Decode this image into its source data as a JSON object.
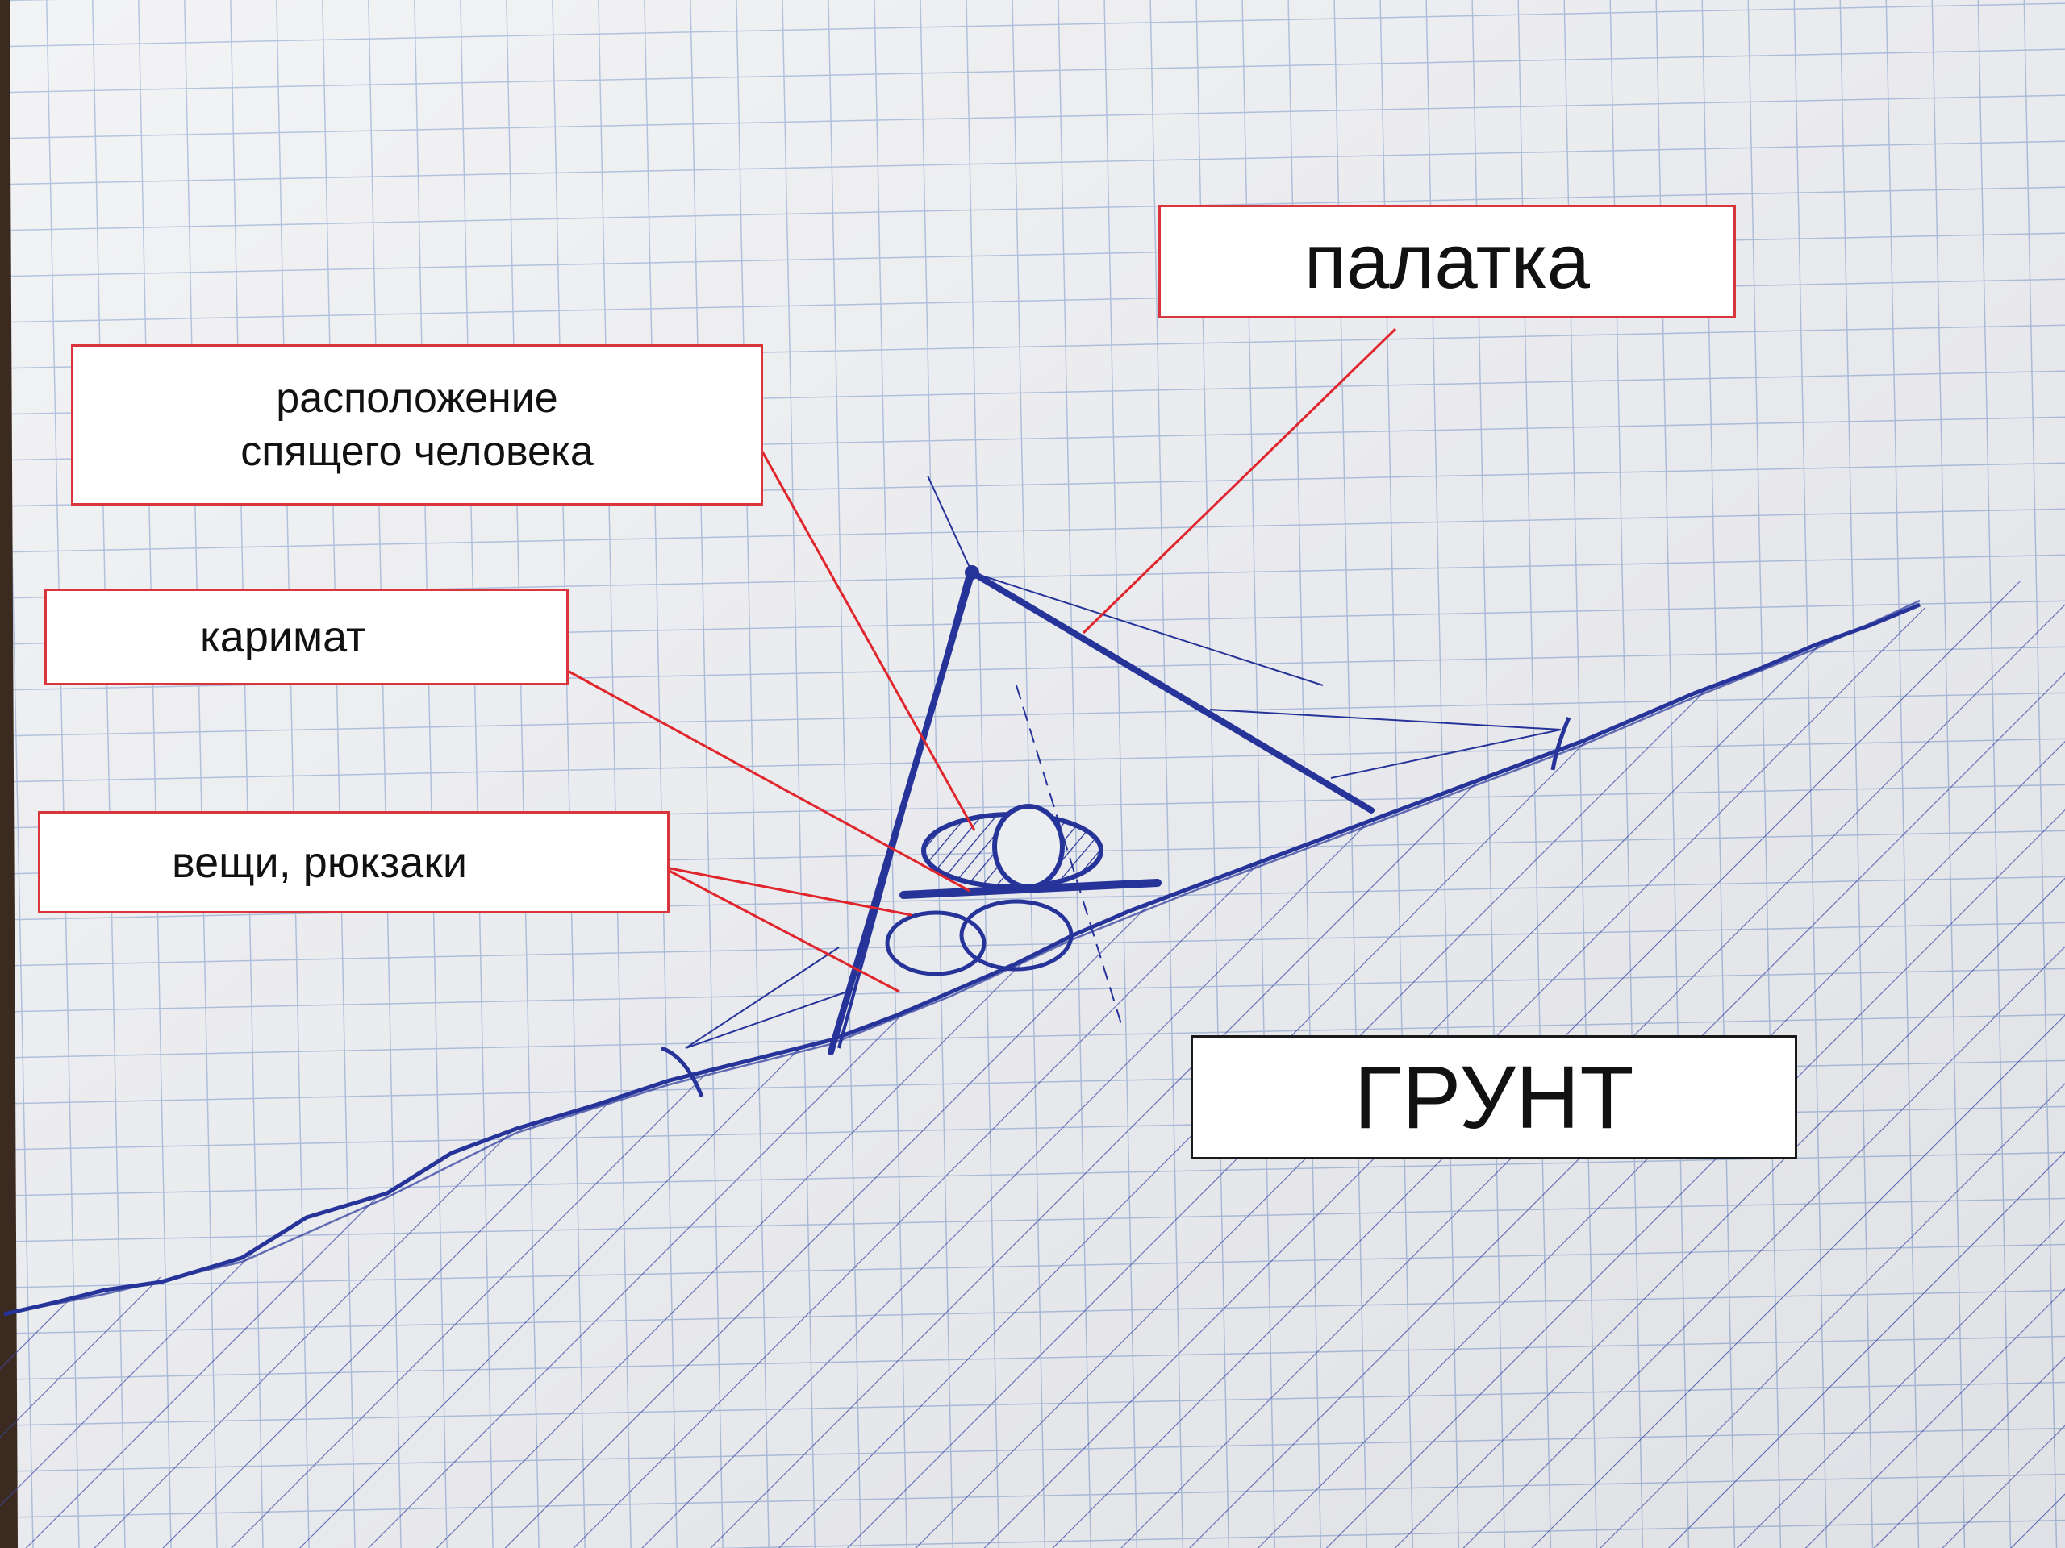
{
  "labels": {
    "tent": "палатка",
    "sleeping_person": "расположение\nспящего человека",
    "sleeping_mat": "каримат",
    "gear": "вещи, рюкзаки",
    "ground": "ГРУНТ"
  },
  "colors": {
    "paper": "#ecedf0",
    "grid": "#6f8fc4",
    "pen": "#26349a",
    "leader_line": "#e0262c",
    "label_border": "#d8363c"
  }
}
